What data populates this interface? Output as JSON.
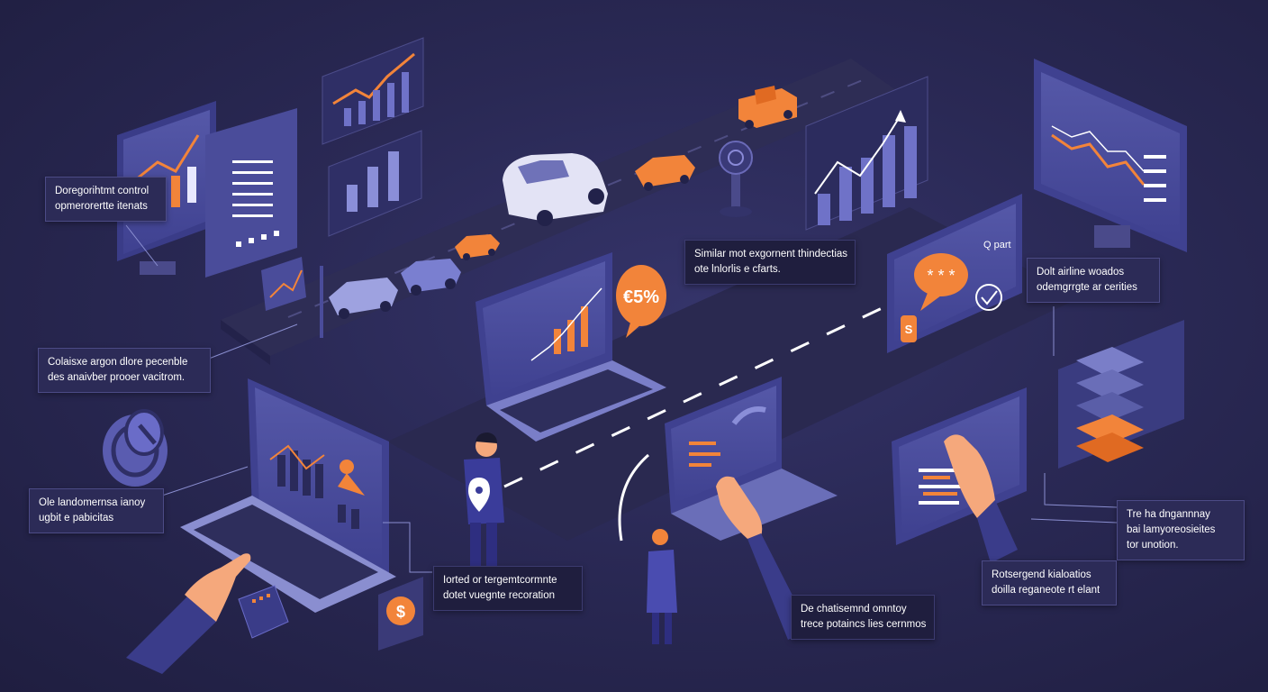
{
  "callouts": {
    "top_left": [
      "Doregorihtmt control",
      "opmerorertte itenats"
    ],
    "middle_left": [
      "Colaisxe argon dlore pecenble",
      "des anaivber prooer vacitrom."
    ],
    "left_lower": [
      "Ole landomernsa ianoy",
      "ugbit e pabicitas"
    ],
    "center_top": [
      "Similar mot exgornent thindectias",
      "ote lnlorlis e cfarts."
    ],
    "right_top": [
      "Dolt airline woados",
      "odemgrrgte ar cerities"
    ],
    "center_bottom": [
      "Iorted or tergemtcormnte",
      "dotet vuegnte recoration"
    ],
    "bottom_mid": [
      "De chatisemnd omntoy",
      "trece potaincs lies cernmos"
    ],
    "right_mid": [
      "Tre ha dngannnay",
      "bai lamyoreosieites",
      "tor unotion."
    ],
    "right_bottom": [
      "Rotsergend kialoatios",
      "doilla reganeote rt elant"
    ]
  },
  "labels": {
    "percent_badge": "€5%",
    "dollar_sign": "$",
    "screen_label": "Q part",
    "s_badge": "S"
  },
  "colors": {
    "background": "#2a2955",
    "screen": "#4a4c9a",
    "accent_orange": "#f2843a",
    "panel": "#2c2b57",
    "road": "#2c2b51"
  },
  "icons": [
    "target-icon",
    "dollar-icon",
    "chat-bubble-icon",
    "check-icon",
    "location-pin-icon",
    "traffic-light-icon"
  ]
}
